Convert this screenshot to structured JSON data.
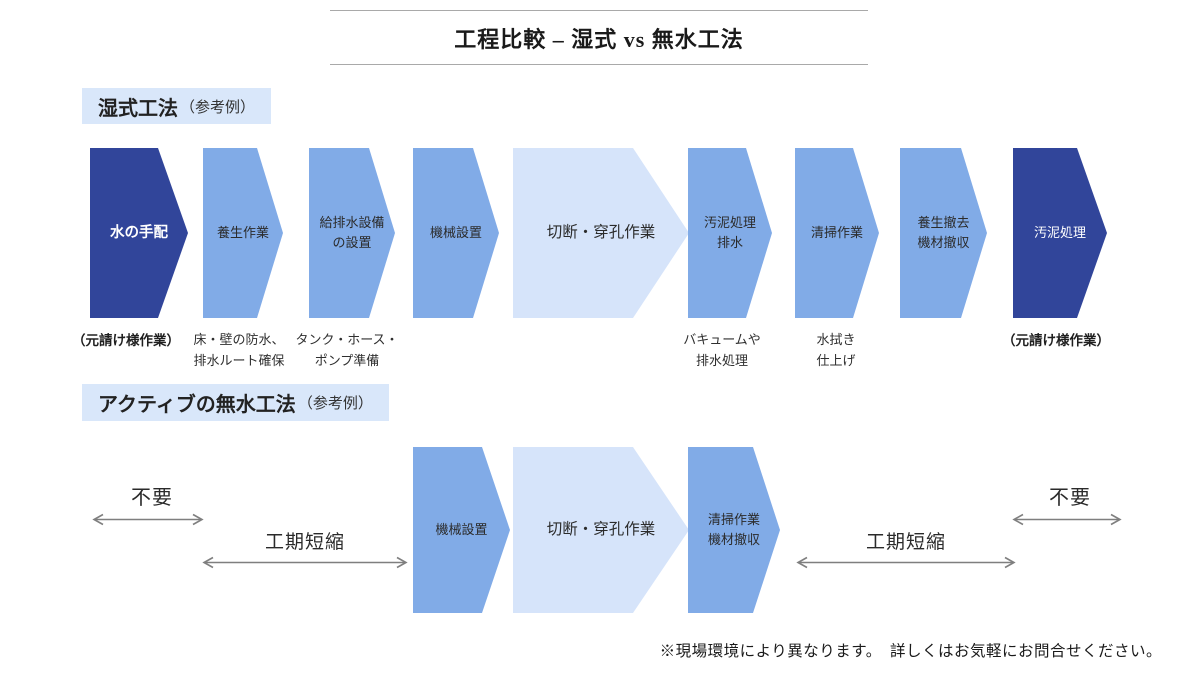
{
  "header": {
    "title": "工程比較 – 湿式 vs 無水工法"
  },
  "colors": {
    "dark_blue": "#31459A",
    "medium_blue": "#81ABE7",
    "light_blue": "#D6E4FA",
    "label_bg": "#D9E7FA",
    "line_gray": "#A9A9A9",
    "range_arrow_gray": "#7F7F7F"
  },
  "icons": {
    "range_arrow": "double-headed-horizontal-arrow"
  },
  "section_wet": {
    "label": "湿式工法",
    "label_suffix": "（参考例）",
    "steps": [
      {
        "label": "水の手配",
        "note": "（元請け様作業）"
      },
      {
        "label": "養生作業",
        "note": "床・壁の防水、\n排水ルート確保"
      },
      {
        "label": "給排水設備\nの設置",
        "note": "タンク・ホース・\nポンプ準備"
      },
      {
        "label": "機械設置",
        "note": ""
      },
      {
        "label": "切断・穿孔作業",
        "note": ""
      },
      {
        "label": "汚泥処理\n排水",
        "note": "バキュームや\n排水処理"
      },
      {
        "label": "清掃作業",
        "note": "水拭き\n仕上げ"
      },
      {
        "label": "養生撤去\n機材撤収",
        "note": ""
      },
      {
        "label": "汚泥処理",
        "note": "（元請け様作業）"
      }
    ]
  },
  "section_dry": {
    "label": "アクティブの無水工法",
    "label_suffix": "（参考例）",
    "steps": [
      {
        "label": "機械設置"
      },
      {
        "label": "切断・穿孔作業"
      },
      {
        "label": "清掃作業\n機材撤収"
      }
    ],
    "annotations": {
      "left_skip": "不要",
      "left_shorten": "工期短縮",
      "right_shorten": "工期短縮",
      "right_skip": "不要"
    }
  },
  "footer": {
    "note": "※現場環境により異なります。　詳しくはお気軽にお問合せください。"
  }
}
